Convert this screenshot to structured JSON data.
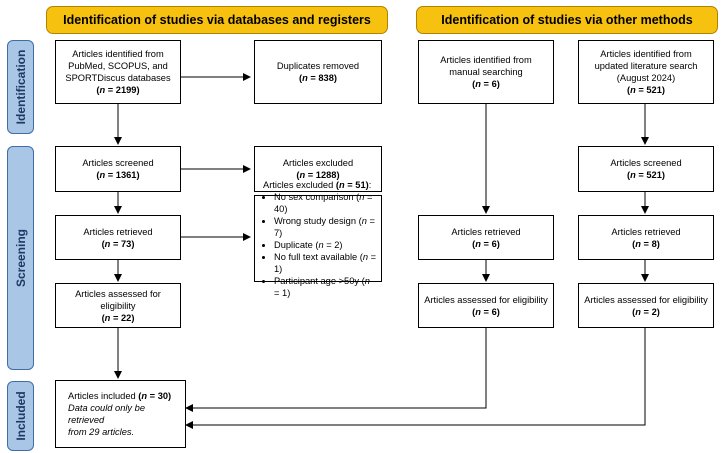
{
  "headers": {
    "databases": "Identification of studies via databases and registers",
    "other": "Identification of studies via other methods"
  },
  "stages": {
    "identification": "Identification",
    "screening": "Screening",
    "included": "Included"
  },
  "boxes": {
    "db_identified": {
      "lines": [
        "Articles identified from",
        "PubMed, SCOPUS, and",
        "SPORTDiscus databases"
      ],
      "n": "2199"
    },
    "duplicates": {
      "lines": [
        "Duplicates removed"
      ],
      "n": "838"
    },
    "manual_identified": {
      "lines": [
        "Articles identified from",
        "manual searching"
      ],
      "n": "6"
    },
    "updated_identified": {
      "lines": [
        "Articles identified from",
        "updated literature search",
        "(August 2024)"
      ],
      "n": "521"
    },
    "db_screened": {
      "lines": [
        "Articles screened"
      ],
      "n": "1361"
    },
    "db_excluded": {
      "lines": [
        "Articles excluded"
      ],
      "n": "1288"
    },
    "updated_screened": {
      "lines": [
        "Articles screened"
      ],
      "n": "521"
    },
    "db_retrieved": {
      "lines": [
        "Articles retrieved"
      ],
      "n": "73"
    },
    "excluded_reasons": {
      "title": "Articles excluded",
      "n": "51",
      "reasons": [
        {
          "label": "No sex comparison",
          "n": "40"
        },
        {
          "label": "Wrong study design",
          "n": "7"
        },
        {
          "label": "Duplicate",
          "n": "2"
        },
        {
          "label": "No full text available",
          "n": "1"
        },
        {
          "label": "Participant age >50y",
          "n": "1"
        }
      ]
    },
    "manual_retrieved": {
      "lines": [
        "Articles retrieved"
      ],
      "n": "6"
    },
    "updated_retrieved": {
      "lines": [
        "Articles retrieved"
      ],
      "n": "8"
    },
    "db_eligible": {
      "lines": [
        "Articles assessed for eligibility"
      ],
      "n": "22"
    },
    "manual_eligible": {
      "lines": [
        "Articles assessed for eligibility"
      ],
      "n": "6"
    },
    "updated_eligible": {
      "lines": [
        "Articles assessed for eligibility"
      ],
      "n": "2"
    },
    "included": {
      "label": "Articles included",
      "n": "30",
      "note_1": "Data could only be retrieved",
      "note_2": "from 29 articles."
    }
  }
}
